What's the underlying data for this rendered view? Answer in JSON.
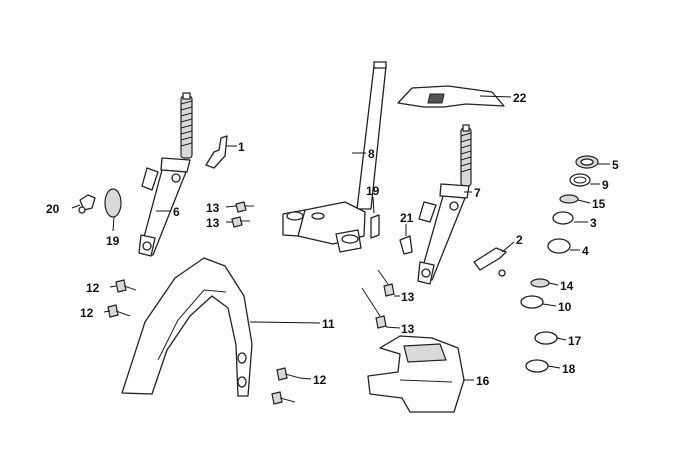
{
  "callouts": [
    {
      "id": "c1",
      "label": "1"
    },
    {
      "id": "c2",
      "label": "2"
    },
    {
      "id": "c3",
      "label": "3"
    },
    {
      "id": "c4",
      "label": "4"
    },
    {
      "id": "c5",
      "label": "5"
    },
    {
      "id": "c6",
      "label": "6"
    },
    {
      "id": "c7",
      "label": "7"
    },
    {
      "id": "c8",
      "label": "8"
    },
    {
      "id": "c9",
      "label": "9"
    },
    {
      "id": "c10",
      "label": "10"
    },
    {
      "id": "c11",
      "label": "11"
    },
    {
      "id": "c12a",
      "label": "12"
    },
    {
      "id": "c12b",
      "label": "12"
    },
    {
      "id": "c12c",
      "label": "12"
    },
    {
      "id": "c13a",
      "label": "13"
    },
    {
      "id": "c13b",
      "label": "13"
    },
    {
      "id": "c13c",
      "label": "13"
    },
    {
      "id": "c13d",
      "label": "13"
    },
    {
      "id": "c14",
      "label": "14"
    },
    {
      "id": "c15",
      "label": "15"
    },
    {
      "id": "c16",
      "label": "16"
    },
    {
      "id": "c17",
      "label": "17"
    },
    {
      "id": "c18",
      "label": "18"
    },
    {
      "id": "c19a",
      "label": "19"
    },
    {
      "id": "c19b",
      "label": "19"
    },
    {
      "id": "c20",
      "label": "20"
    },
    {
      "id": "c21",
      "label": "21"
    },
    {
      "id": "c22",
      "label": "22"
    }
  ]
}
